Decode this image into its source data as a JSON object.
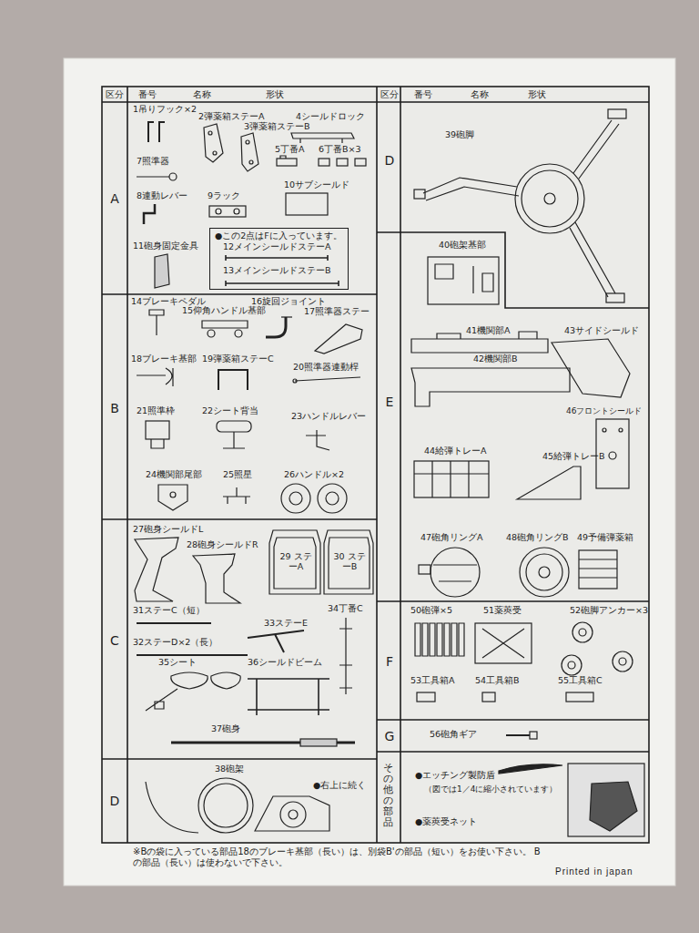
{
  "diagram": {
    "nodes": [
      {
        "text": [
          "A"
        ]
      },
      {
        "text": [
          "●この2点はFに入っています。",
          "12メインシールドステーA",
          "13メインシールドステーB"
        ],
        "in": 0
      },
      {
        "text": [
          "B"
        ]
      },
      {
        "text": [
          "C"
        ]
      },
      {
        "text": [
          "D"
        ]
      },
      {
        "text": [
          "D"
        ]
      },
      {
        "text": [
          "E"
        ]
      },
      {
        "text": [
          "F"
        ]
      },
      {
        "text": [
          "G"
        ]
      },
      {
        "text": [
          "その他の部品"
        ]
      }
    ],
    "labels": [
      "区分",
      "番号",
      "名称",
      "形状",
      "区分",
      "番号",
      "名称",
      "形状",
      "1吊りフック×2",
      "2弾薬箱ステーA",
      "3弾薬箱ステーB",
      "4シールドロック",
      "5丁番A",
      "6丁番B×3",
      "7照準器",
      "8連動レバー",
      "9ラック",
      "10サブシールド",
      "11砲身固定金具",
      "14ブレーキペダル",
      "15仰角ハンドル基部",
      "16旋回ジョイント",
      "17照準器ステー",
      "18ブレーキ基部",
      "19弾薬箱ステーC",
      "20照準器連動桿",
      "21照準枠",
      "22シート背当",
      "23ハンドルレバー",
      "24機関部尾部",
      "25照星",
      "26ハンドル×2",
      "27砲身シールドL",
      "28砲身シールドR",
      "29 ステーA",
      "30 ステーB",
      "31ステーC（短）",
      "32ステーD×2（長）",
      "33ステーE",
      "34丁番C",
      "35シート",
      "36シールドビーム",
      "37砲身",
      "38砲架",
      "●右上に続く",
      "39砲脚",
      "40砲架基部",
      "41機関部A",
      "43サイドシールド",
      "42機関部B",
      "46フロントシールド",
      "44給弾トレーA",
      "45給弾トレーB",
      "47砲角リングA",
      "48砲角リングB",
      "49予備弾薬箱",
      "50砲弾×5",
      "51薬莢受",
      "52砲脚アンカー×3",
      "53工具箱A",
      "54工具箱B",
      "55工具箱C",
      "56砲角ギア",
      "●エッチング製防盾",
      "（図では1／4に縮小されています）",
      "●薬莢受ネット",
      "※Bの袋に入っている部品18のブレーキ基部（長い）は、別袋B'の部品（短い）をお使い下さい。 Bの部品（長い）は使わないで下さい。",
      "Printed in japan"
    ]
  }
}
